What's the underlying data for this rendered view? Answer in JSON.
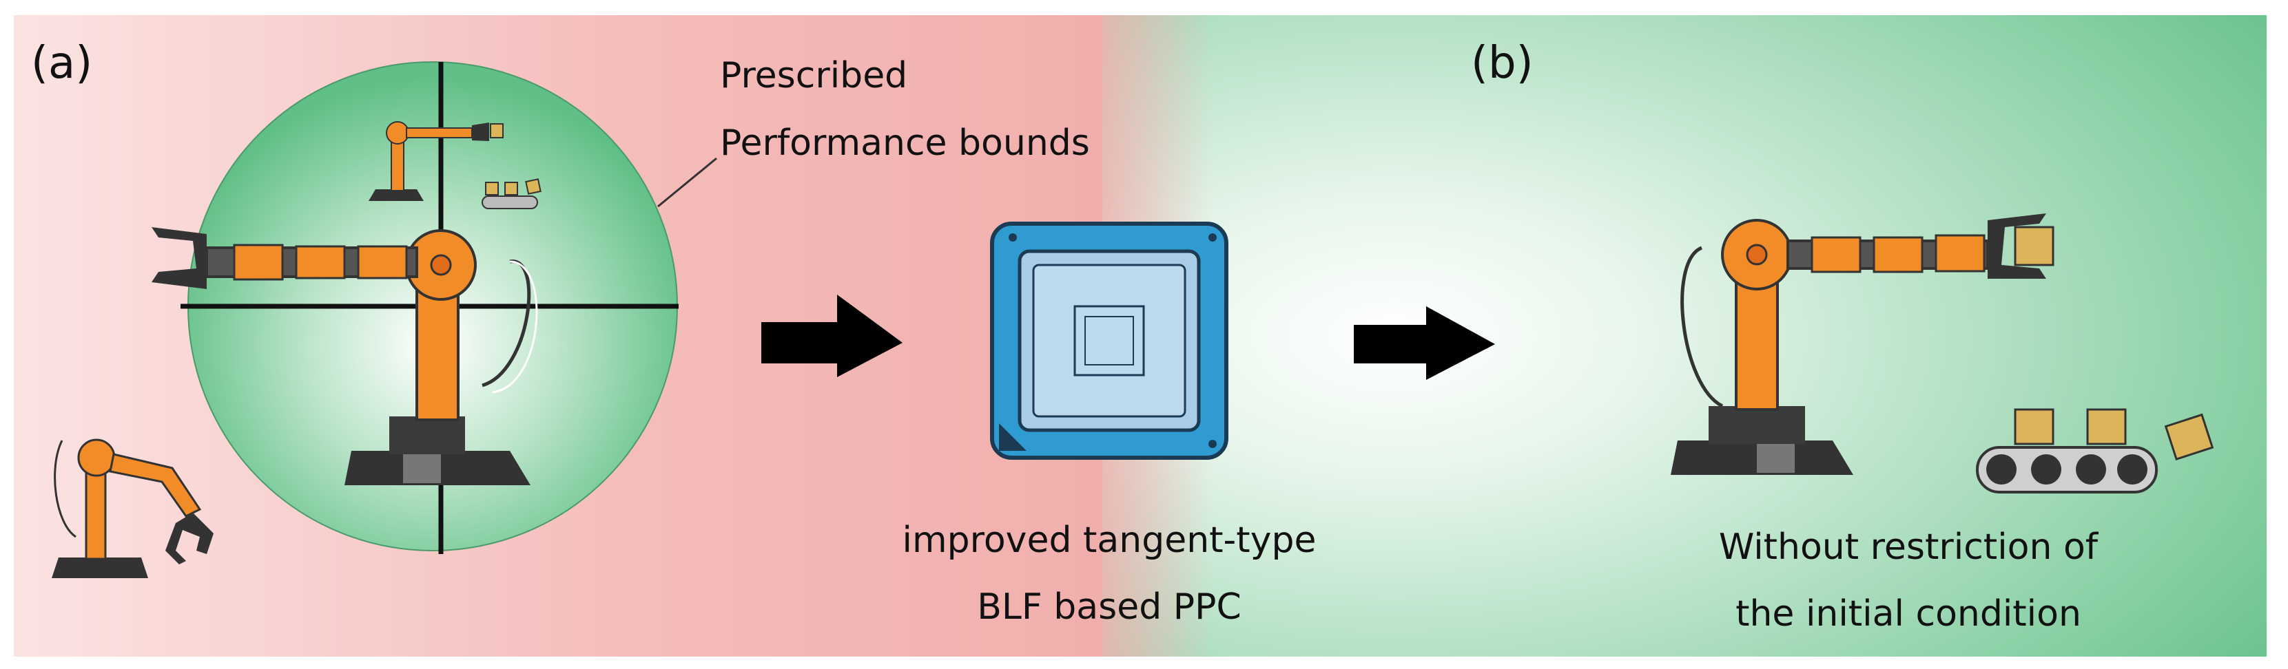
{
  "panel_a": {
    "label": "(a)",
    "bounds_label_line1": "Prescribed",
    "bounds_label_line2": "Performance bounds"
  },
  "processor": {
    "caption_line1": "improved tangent-type",
    "caption_line2": "BLF based PPC"
  },
  "panel_b": {
    "label": "(b)",
    "caption_line1": "Without restriction of",
    "caption_line2": "the  initial condition"
  },
  "colors": {
    "left_background": "#f2b6b4",
    "right_background": "#7fcf9c",
    "circle_green": "#5fbf86",
    "robot_orange": "#f28c28",
    "robot_dark": "#3a3a3a",
    "chip_blue": "#2f9bd0",
    "chip_inner": "#a9cde6",
    "box_tan": "#dcb45a",
    "arrow": "#000000"
  },
  "icons": [
    "robot-arm-icon",
    "conveyor-belt-icon",
    "processor-chip-icon",
    "right-arrow-icon"
  ]
}
